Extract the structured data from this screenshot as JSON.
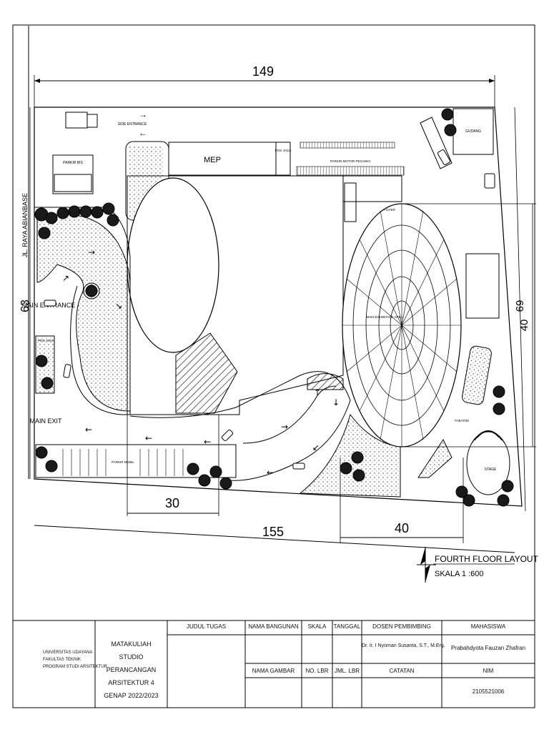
{
  "drawing": {
    "dimensions": {
      "top_length": "149",
      "bottom_length": "155",
      "left_height": "63",
      "right_height": "69",
      "right_inner": "40",
      "bottom_left_segment": "30",
      "bottom_right_segment": "40"
    },
    "labels": {
      "road": "JL. RAYA ABIANBASE",
      "side_entrance": "SIDE ENTRANCE",
      "parkir_bis": "PARKIR BIS",
      "mep": "MEP",
      "pos_jaga_top": "POS JAGA",
      "parkir_motor": "PARKIR MOTOR PEGAWAI",
      "gudang": "GUDANG",
      "main_entrance": "MAIN ENTRANCE",
      "pos_jaga_left": "POS JAGA",
      "main_exit": "MAIN EXIT",
      "parkir_mobil": "PARKIR MOBIL",
      "main_exhibition": "MAIN EXHIBITION AREA",
      "foyer": "FOYER",
      "amphitheatre": "THEATRE",
      "stage": "STAGE"
    },
    "layout_title": "FOURTH FLOOR LAYOUT",
    "scale": "SKALA 1 :600"
  },
  "title_block": {
    "institution": [
      "UNIVERSITAS UDAYANA",
      "FAKULTAS TEKNIK",
      "PROGRAM STUDI ARSITEKTUR"
    ],
    "matakuliah": [
      "MATAKULIAH",
      "STUDIO PERANCANGAN",
      "ARSITEKTUR 4",
      "GENAP 2022/2023"
    ],
    "judul_tugas": "JUDUL TUGAS",
    "nama_bangunan": "NAMA BANGUNAN",
    "skala": "SKALA",
    "tanggal": "TANGGAL",
    "dosen_pembimbing": "DOSEN PEMBIMBING",
    "dosen_name": "Dr. Ir. I Nyoman Susanta, S.T., M.Erg.",
    "mahasiswa": "MAHASISWA",
    "mahasiswa_name": "Prabahdyota Fauzan Zhafran",
    "nama_gambar": "NAMA GAMBAR",
    "no_lbr": "NO. LBR",
    "jml_lbr": "JML. LBR",
    "catatan": "CATATAN",
    "nim_label": "NIM",
    "nim": "2105521006"
  }
}
